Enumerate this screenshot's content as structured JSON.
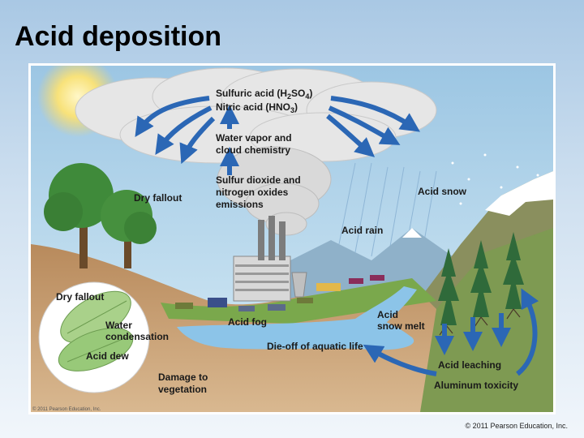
{
  "slide": {
    "title": "Acid deposition",
    "copyright_footer": "© 2011 Pearson Education, Inc.",
    "copyright_in_figure": "© 2011 Pearson Education, Inc."
  },
  "diagram": {
    "labels": {
      "sulfuric_acid_a": "Sulfuric acid (H",
      "sulfuric_sub1": "2",
      "sulfuric_acid_b": "SO",
      "sulfuric_sub2": "4",
      "sulfuric_acid_c": ")",
      "nitric_acid_a": "Nitric acid (HNO",
      "nitric_sub": "3",
      "nitric_acid_b": ")",
      "water_vapor_1": "Water vapor and",
      "water_vapor_2": "cloud chemistry",
      "emissions_1": "Sulfur dioxide and",
      "emissions_2": "nitrogen oxides",
      "emissions_3": "emissions",
      "dry_fallout_tree": "Dry fallout",
      "acid_snow": "Acid snow",
      "acid_rain": "Acid rain",
      "dry_fallout_leaf": "Dry fallout",
      "water_condensation_1": "Water",
      "water_condensation_2": "condensation",
      "acid_dew": "Acid dew",
      "acid_fog": "Acid fog",
      "acid_snow_melt_1": "Acid",
      "acid_snow_melt_2": "snow melt",
      "die_off": "Die-off of aquatic life",
      "acid_leaching": "Acid leaching",
      "aluminum_toxicity": "Aluminum toxicity",
      "damage_1": "Damage to",
      "damage_2": "vegetation"
    }
  },
  "colors": {
    "arrow": "#2b67b5",
    "cloud": "#e9e9e9",
    "ground": "#c9a27a",
    "grass": "#6fa24a",
    "water": "#8cc4e8",
    "sky": "#a8cde6"
  }
}
